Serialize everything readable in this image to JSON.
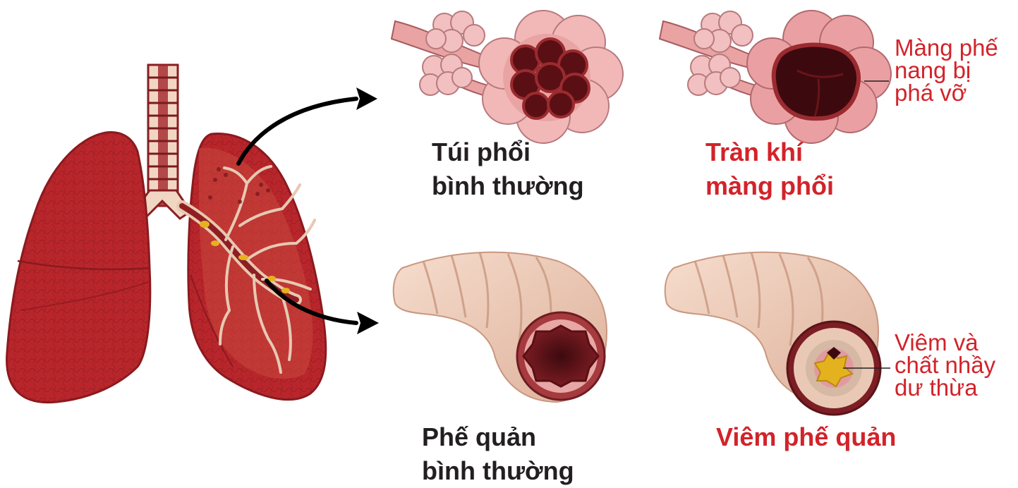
{
  "labels": {
    "normal_alveoli": [
      "Túi phổi",
      "bình thường"
    ],
    "pneumothorax": [
      "Tràn khí",
      "màng phổi"
    ],
    "normal_bronchus": [
      "Phế quản",
      "bình thường"
    ],
    "bronchitis": [
      "Viêm phế quản"
    ]
  },
  "annotations": {
    "alveolar_damage": [
      "Màng phế",
      "nang bị",
      "phá vỡ"
    ],
    "inflammation_mucus": [
      "Viêm và",
      "chất nhầy",
      "dư thừa"
    ]
  },
  "colors": {
    "label_dark": "#231f20",
    "label_red": "#d2232a",
    "lung": "#b8262b",
    "alveoli_pink": "#f0b8b8",
    "bronchus_tan": "#e8c2ad",
    "mucus_yellow": "#e5b21f"
  }
}
